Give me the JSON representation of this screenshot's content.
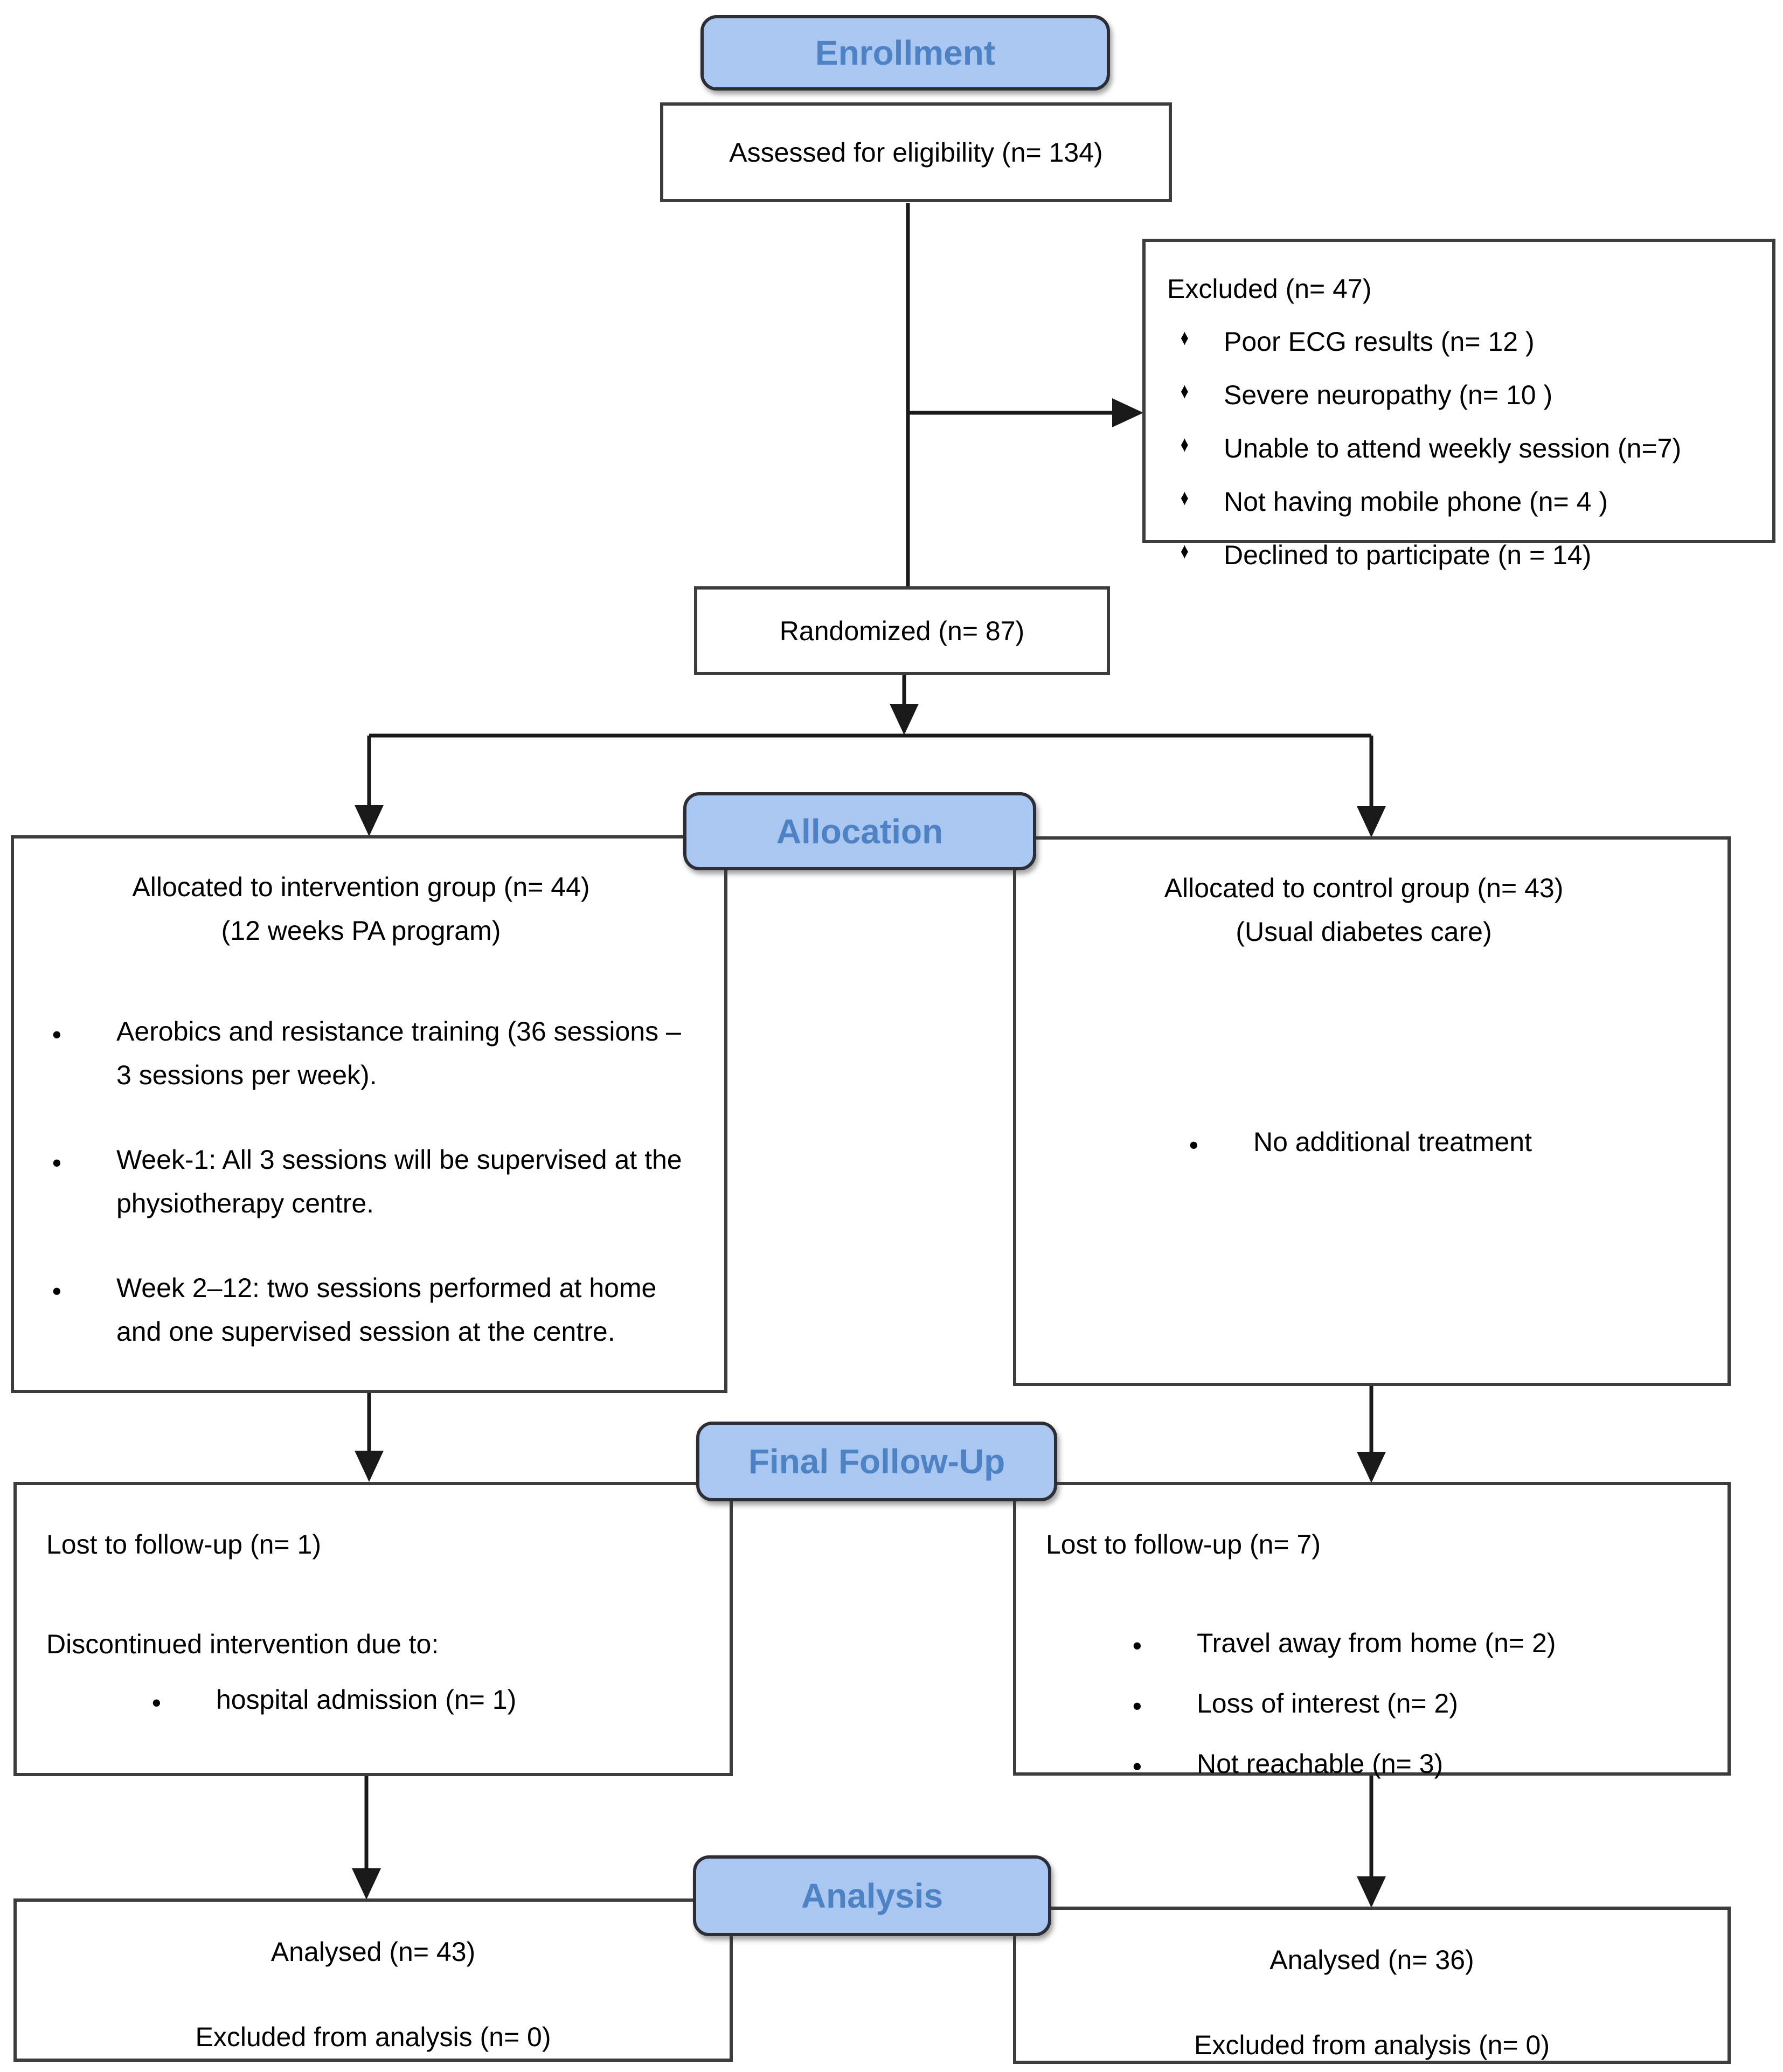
{
  "palette": {
    "stage_fill": "#aac7f2",
    "stage_border": "#2d2d35",
    "stage_text": "#4d82c4",
    "box_border": "#3c3c3c",
    "body_text": "#000000",
    "arrow": "#191919"
  },
  "stages": {
    "enrollment": "Enrollment",
    "allocation": "Allocation",
    "followup": "Final Follow-Up",
    "analysis": "Analysis"
  },
  "boxes": {
    "assessed": {
      "text": "Assessed for eligibility (n= 134)"
    },
    "excluded": {
      "title": "Excluded (n= 47)",
      "items": [
        "Poor ECG results (n= 12 )",
        "Severe neuropathy (n= 10 )",
        "Unable to attend weekly session (n=7)",
        "Not having mobile phone (n= 4 )",
        "Declined to participate (n = 14)"
      ]
    },
    "randomized": {
      "text": "Randomized (n= 87)"
    },
    "intervention_alloc": {
      "title": "Allocated to intervention group (n= 44)",
      "subtitle": "(12 weeks PA program)",
      "bullets": [
        "Aerobics and resistance training (36 sessions – 3 sessions per week).",
        "Week-1: All 3 sessions will be supervised at the physiotherapy centre.",
        "Week 2–12: two sessions performed at home and one supervised session at the centre."
      ]
    },
    "control_alloc": {
      "title": "Allocated to control group (n= 43)",
      "subtitle": "(Usual diabetes care)",
      "bullets": [
        "No additional treatment"
      ]
    },
    "intervention_followup": {
      "lost": "Lost to follow-up (n= 1)",
      "discontinued": "Discontinued intervention due to:",
      "bullets": [
        "hospital admission (n= 1)"
      ]
    },
    "control_followup": {
      "lost": "Lost to follow-up (n= 7)",
      "bullets": [
        "Travel away from home (n= 2)",
        "Loss of interest (n= 2)",
        "Not reachable (n= 3)"
      ]
    },
    "intervention_analysis": {
      "analysed": "Analysed (n= 43)",
      "excluded": "Excluded from analysis (n= 0)"
    },
    "control_analysis": {
      "analysed": "Analysed (n= 36)",
      "excluded": "Excluded from analysis (n= 0)"
    }
  }
}
